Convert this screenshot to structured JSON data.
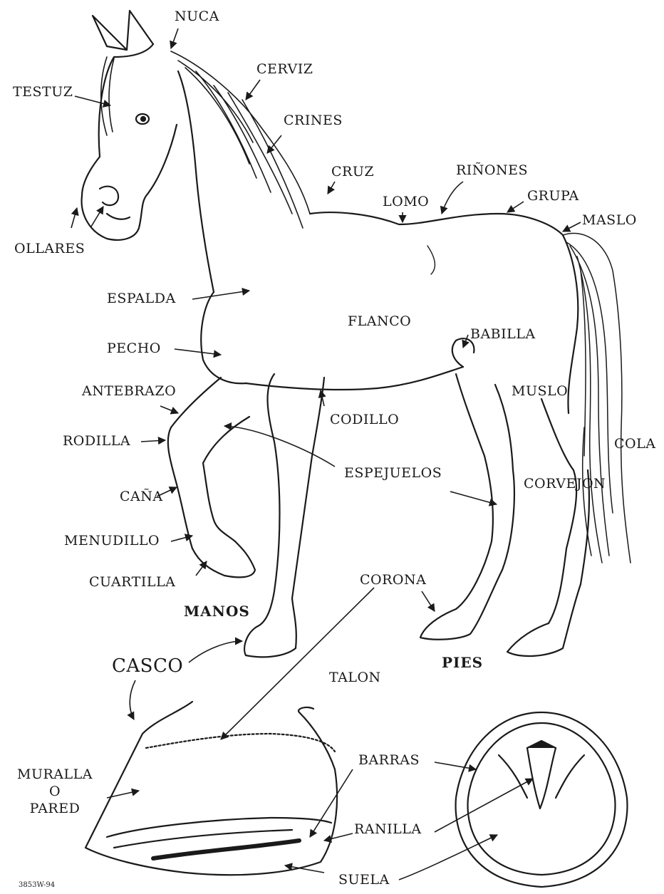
{
  "horse_labels": {
    "nuca": "NUCA",
    "testuz": "TESTUZ",
    "cerviz": "CERVIZ",
    "crines": "CRINES",
    "cruz": "CRUZ",
    "rinones": "RIÑONES",
    "lomo": "LOMO",
    "grupa": "GRUPA",
    "maslo": "MASLO",
    "ollares": "OLLARES",
    "espalda": "ESPALDA",
    "flanco": "FLANCO",
    "babilla": "BABILLA",
    "pecho": "PECHO",
    "antebrazo": "ANTEBRAZO",
    "muslo": "MUSLO",
    "codillo": "CODILLO",
    "rodilla": "RODILLA",
    "cola": "COLA",
    "espejuelos": "ESPEJUELOS",
    "corvejon": "CORVEJON",
    "cana": "CAÑA",
    "menudillo": "MENUDILLO",
    "cuartilla": "CUARTILLA",
    "corona": "CORONA",
    "manos": "MANOS",
    "pies": "PIES"
  },
  "hoof_labels": {
    "casco": "CASCO",
    "talon": "TALON",
    "muralla_line1": "MURALLA",
    "muralla_line2": "O",
    "muralla_line3": "PARED",
    "barras": "BARRAS",
    "ranilla": "RANILLA",
    "suela": "SUELA"
  },
  "figure_code": "3853W-94"
}
